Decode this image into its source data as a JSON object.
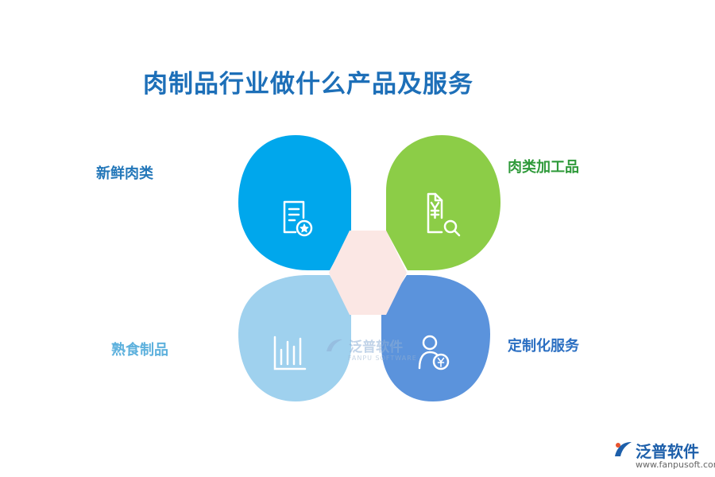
{
  "title": "肉制品行业做什么产品及服务",
  "colors": {
    "title": "#1d6fb8",
    "petal_top_left": "#00a7ec",
    "petal_top_right": "#8ccd47",
    "petal_bottom_left": "#9fd1ee",
    "petal_bottom_right": "#5b93dc",
    "center_hexagon": "#fbe7e4",
    "label_top_left": "#2377b9",
    "label_top_right": "#2f9a3a",
    "label_bottom_left": "#5eb1dd",
    "label_bottom_right": "#2b6fc2",
    "logo_text": "#1d5faa",
    "logo_accent": "#e8542f"
  },
  "items": [
    {
      "label": "新鲜肉类",
      "icon": "document-star-icon"
    },
    {
      "label": "肉类加工品",
      "icon": "yuan-document-search-icon"
    },
    {
      "label": "熟食制品",
      "icon": "bar-chart-icon"
    },
    {
      "label": "定制化服务",
      "icon": "user-yuan-icon"
    }
  ],
  "watermark": {
    "center_cn": "泛普软件",
    "center_en": "FANPU SOFTWARE",
    "logo_cn": "泛普软件",
    "logo_url": "www.fanpusoft.com"
  }
}
